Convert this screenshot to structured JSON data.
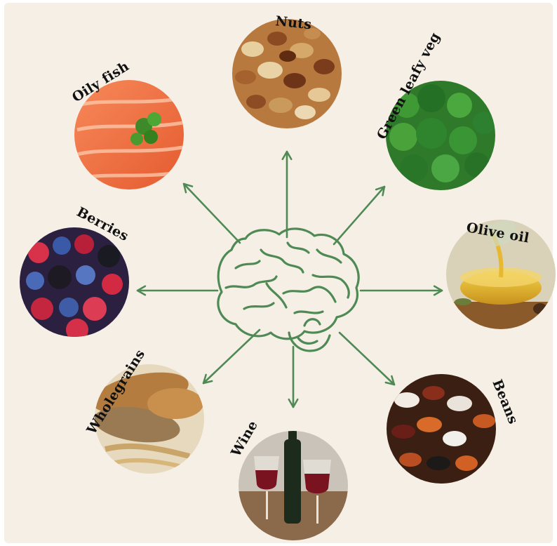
{
  "center": {
    "icon": "brain-icon"
  },
  "colors": {
    "background": "#f5efe6",
    "accent": "#4f8a55",
    "label": "#111111"
  },
  "foods": [
    {
      "id": "nuts",
      "label": "Nuts",
      "icon": "mixed-nuts-photo"
    },
    {
      "id": "green-leafy",
      "label": "Green leafy veg",
      "icon": "kale-photo"
    },
    {
      "id": "olive-oil",
      "label": "Olive oil",
      "icon": "olive-oil-bowl-photo"
    },
    {
      "id": "beans",
      "label": "Beans",
      "icon": "mixed-beans-photo"
    },
    {
      "id": "wine",
      "label": "Wine",
      "icon": "red-wine-glasses-photo"
    },
    {
      "id": "wholegrains",
      "label": "Wholegrains",
      "icon": "bread-photo"
    },
    {
      "id": "berries",
      "label": "Berries",
      "icon": "mixed-berries-photo"
    },
    {
      "id": "oily-fish",
      "label": "Oily fish",
      "icon": "salmon-photo"
    }
  ]
}
